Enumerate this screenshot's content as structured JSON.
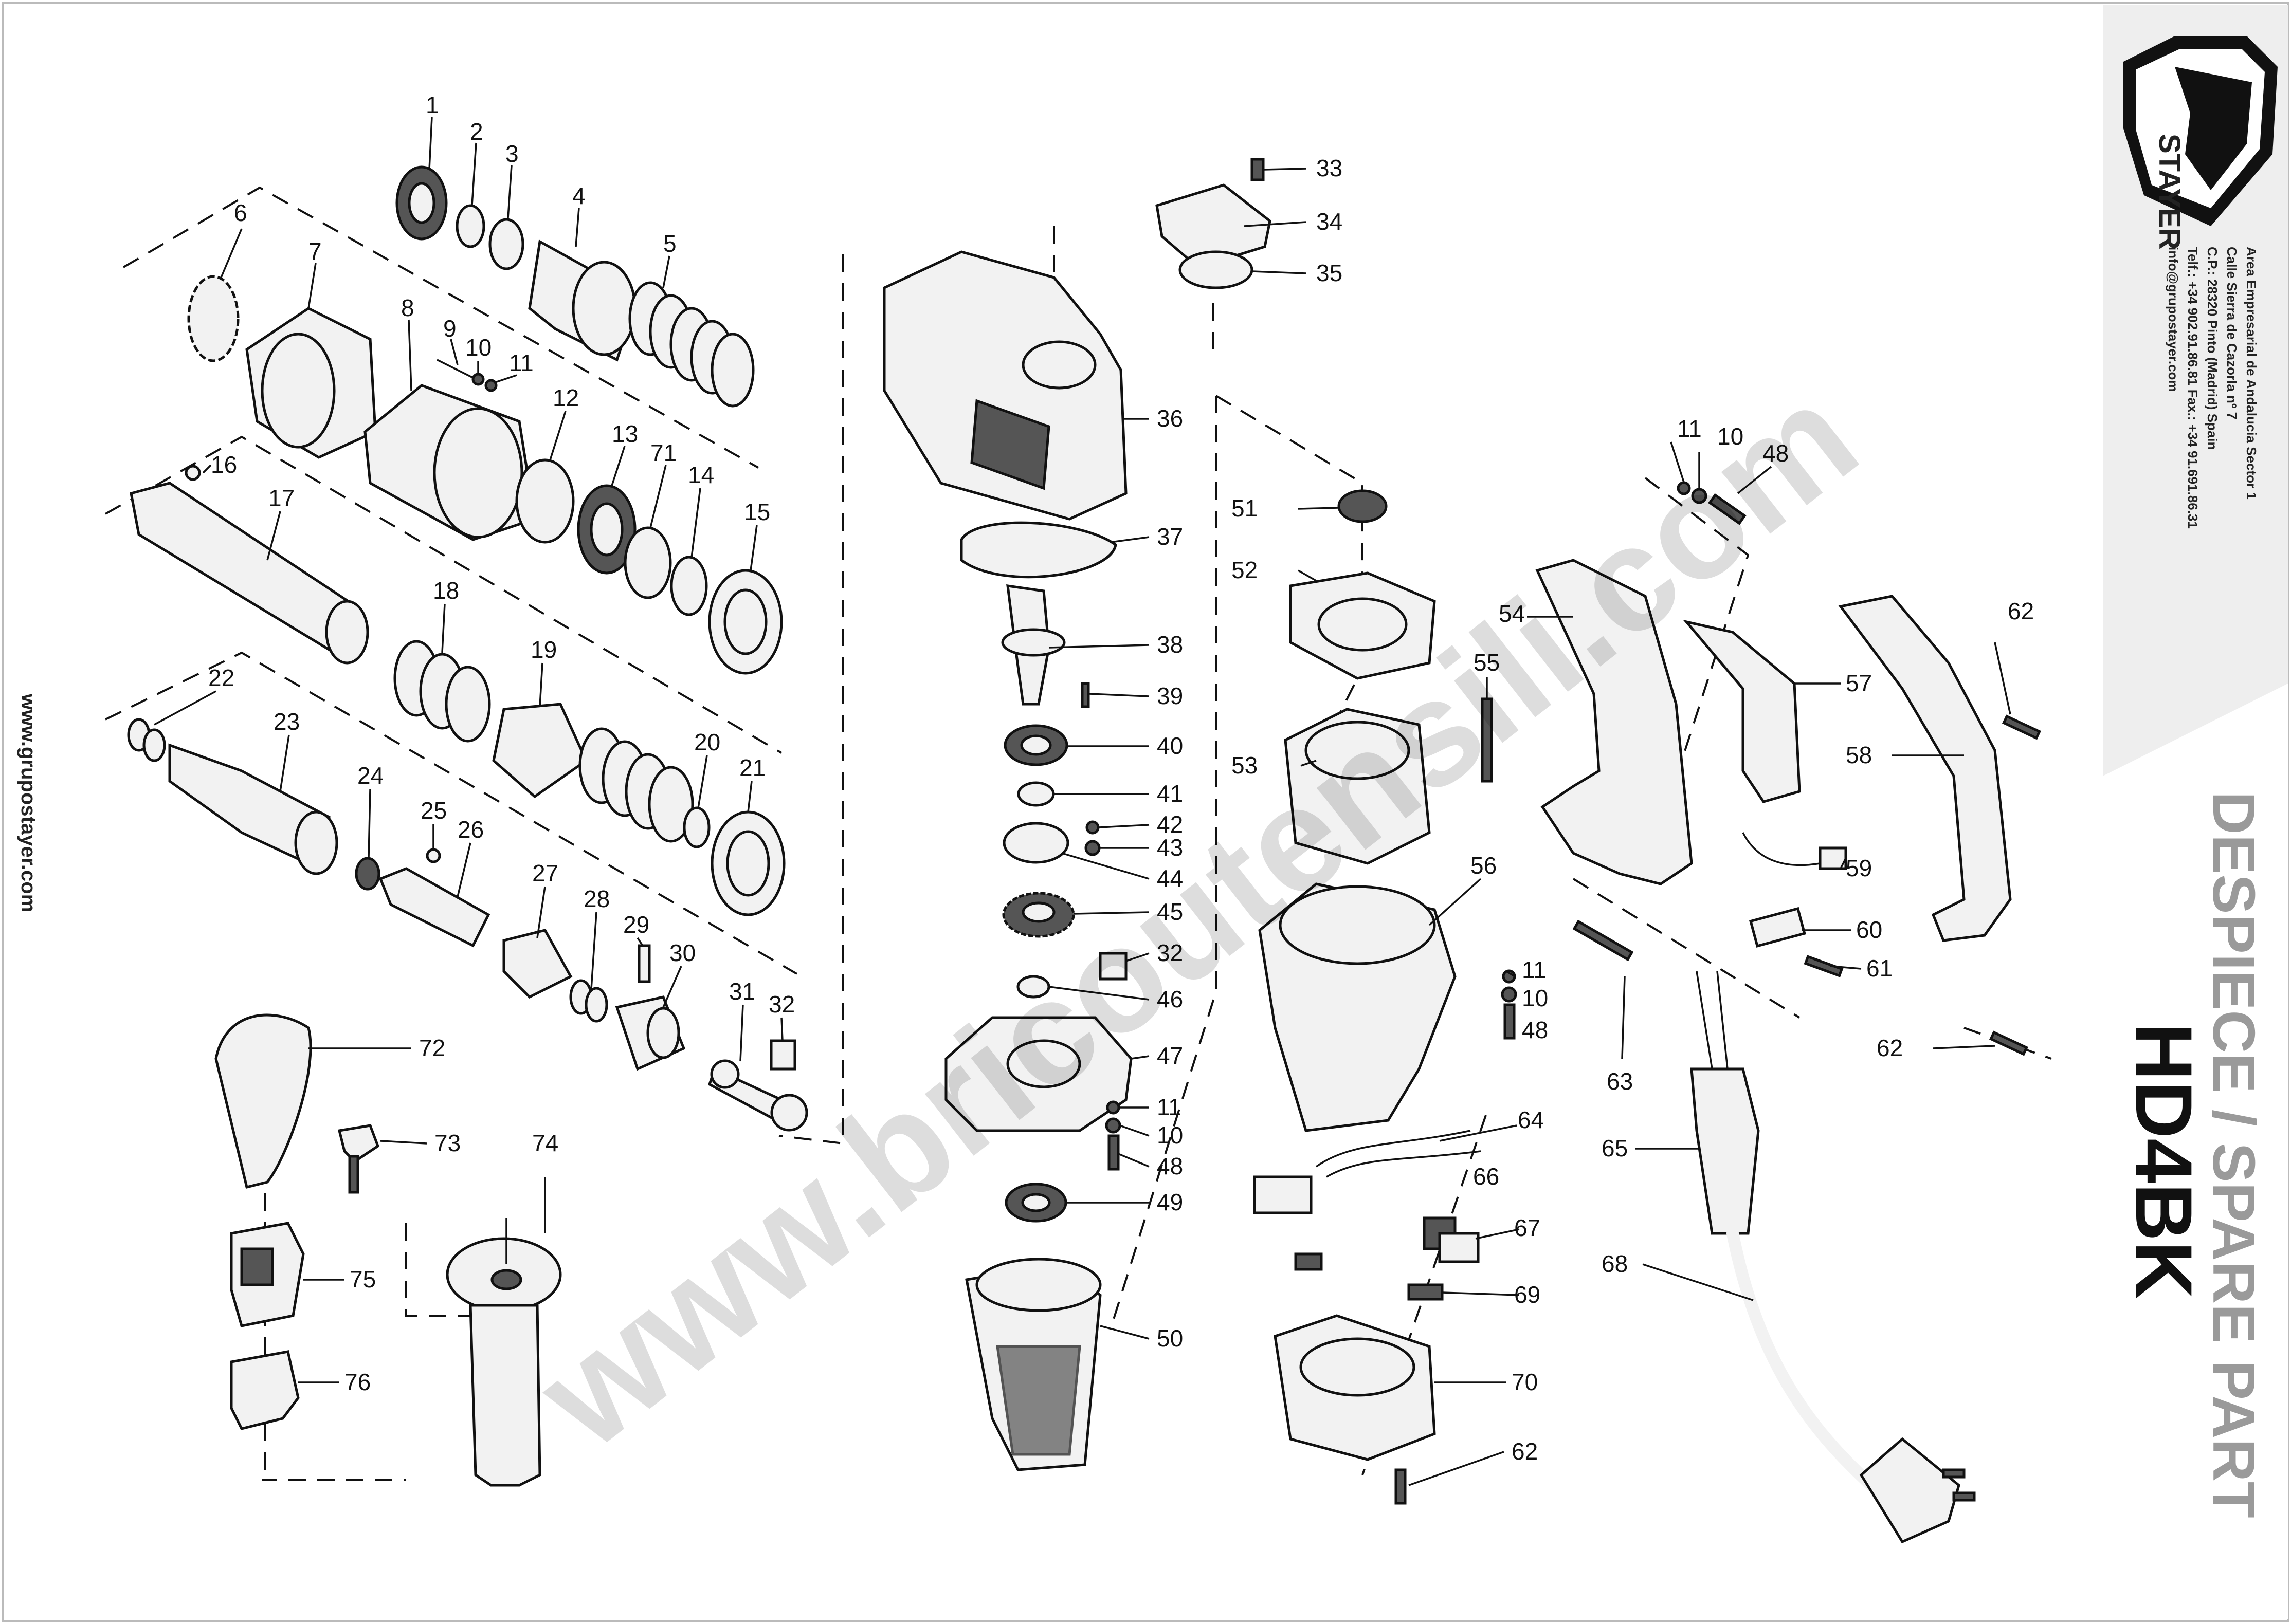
{
  "brand": {
    "name": "STAYER"
  },
  "website": "www.grupostayer.com",
  "watermark": "www.bricoutensili.com",
  "address": {
    "line1": "Area Empresarial de Andalucia Sector 1",
    "line2": "Calle Sierra de Cazorla nº 7",
    "line3": "C.P.: 28320 Pinto (Madrid) Spain",
    "line4": "Telf.: +34 902.91.86.81 Fax.: +34 91.691.86.31",
    "line5": "info@grupostayer.com"
  },
  "title": {
    "subtitle": "DESPIECE / SPARE PART",
    "model": "HD4BK"
  },
  "colors": {
    "ink": "#111111",
    "panel": "#eeeeee",
    "subtitle_gray": "#9a9a9a"
  },
  "part_numbers": {
    "p1": "1",
    "p2": "2",
    "p3": "3",
    "p4": "4",
    "p5": "5",
    "p6": "6",
    "p7": "7",
    "p8": "8",
    "p9": "9",
    "p10a": "10",
    "p10b": "10",
    "p10c": "10",
    "p10d": "10",
    "p11a": "11",
    "p11b": "11",
    "p11c": "11",
    "p11d": "11",
    "p12": "12",
    "p13": "13",
    "p14": "14",
    "p15": "15",
    "p16": "16",
    "p17": "17",
    "p18": "18",
    "p19": "19",
    "p20": "20",
    "p21": "21",
    "p22": "22",
    "p23": "23",
    "p24": "24",
    "p25": "25",
    "p26": "26",
    "p27": "27",
    "p28": "28",
    "p29": "29",
    "p30": "30",
    "p31": "31",
    "p32a": "32",
    "p32b": "32",
    "p33": "33",
    "p34": "34",
    "p35": "35",
    "p36": "36",
    "p37": "37",
    "p38": "38",
    "p39": "39",
    "p40": "40",
    "p41": "41",
    "p42": "42",
    "p43": "43",
    "p44": "44",
    "p45": "45",
    "p46": "46",
    "p47": "47",
    "p48a": "48",
    "p48b": "48",
    "p48c": "48",
    "p49": "49",
    "p50": "50",
    "p51": "51",
    "p52": "52",
    "p53": "53",
    "p54": "54",
    "p55": "55",
    "p56": "56",
    "p57": "57",
    "p58": "58",
    "p59": "59",
    "p60": "60",
    "p61": "61",
    "p62a": "62",
    "p62b": "62",
    "p62c": "62",
    "p63": "63",
    "p64": "64",
    "p65": "65",
    "p66": "66",
    "p67": "67",
    "p68": "68",
    "p69": "69",
    "p70": "70",
    "p71": "71",
    "p72": "72",
    "p73": "73",
    "p74": "74",
    "p75": "75",
    "p76": "76"
  }
}
